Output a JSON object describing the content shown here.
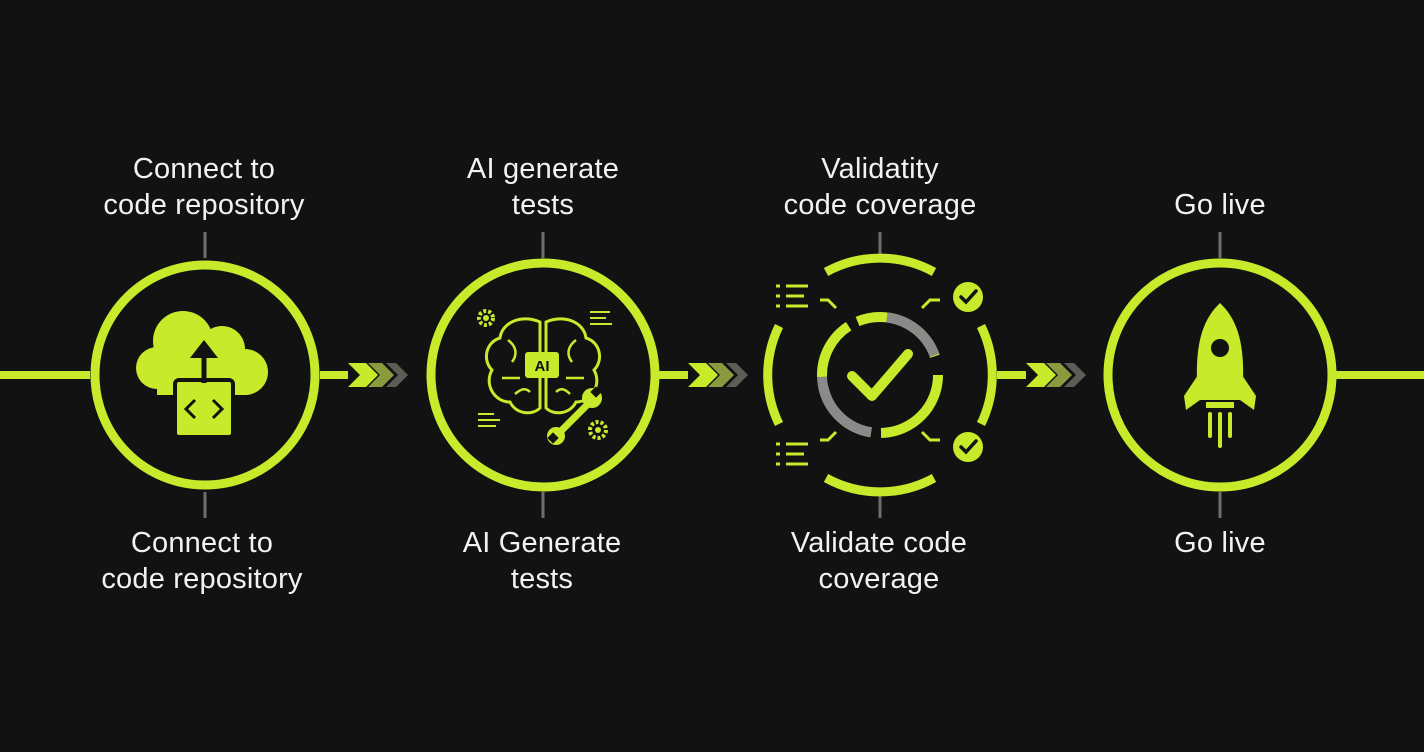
{
  "colors": {
    "background": "#121212",
    "accent": "#c7ea2b",
    "connector": "#6e6e6e",
    "chevron_dark": "#5d5d55",
    "text": "#f2f2f2"
  },
  "steps": [
    {
      "top_label": [
        "Connect to",
        "code repository"
      ],
      "bottom_label": [
        "Connect to",
        "code repository"
      ],
      "icon": "cloud-upload-code-icon"
    },
    {
      "top_label": [
        "AI generate",
        "tests"
      ],
      "bottom_label": [
        "AI Generate",
        "tests"
      ],
      "icon": "ai-brain-wrench-icon",
      "icon_text": "AI"
    },
    {
      "top_label": [
        "Validatity",
        "code coverage"
      ],
      "bottom_label": [
        "Validate code",
        "coverage"
      ],
      "icon": "coverage-check-icon"
    },
    {
      "top_label": [
        "Go live"
      ],
      "bottom_label": [
        "Go live"
      ],
      "icon": "rocket-icon"
    }
  ]
}
